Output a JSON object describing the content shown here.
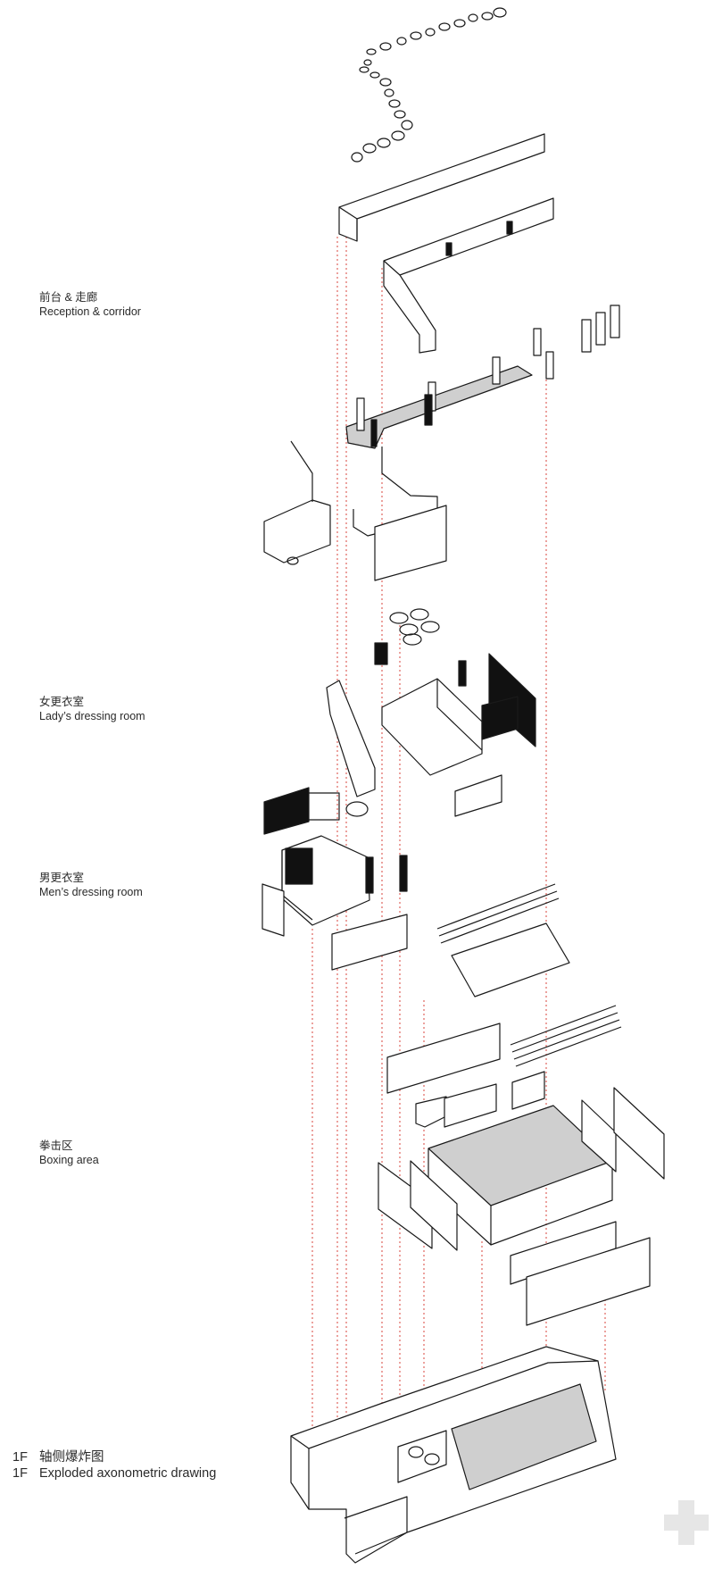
{
  "labels": {
    "reception": {
      "zh": "前台 & 走廊",
      "en": "Reception & corridor"
    },
    "lady": {
      "zh": "女更衣室",
      "en": "Lady’s dressing room"
    },
    "men": {
      "zh": "男更衣室",
      "en": "Men’s dressing room"
    },
    "boxing": {
      "zh": "拳击区",
      "en": "Boxing area"
    }
  },
  "title": {
    "floor": "1F",
    "zh": "轴侧爆炸图",
    "en": "Exploded axonometric drawing"
  },
  "colors": {
    "line": "#1a1a1a",
    "fill_dark": "#111111",
    "fill_grey": "#cfcfcf",
    "guide": "#d9463c",
    "watermark": "#e6e6e6"
  }
}
